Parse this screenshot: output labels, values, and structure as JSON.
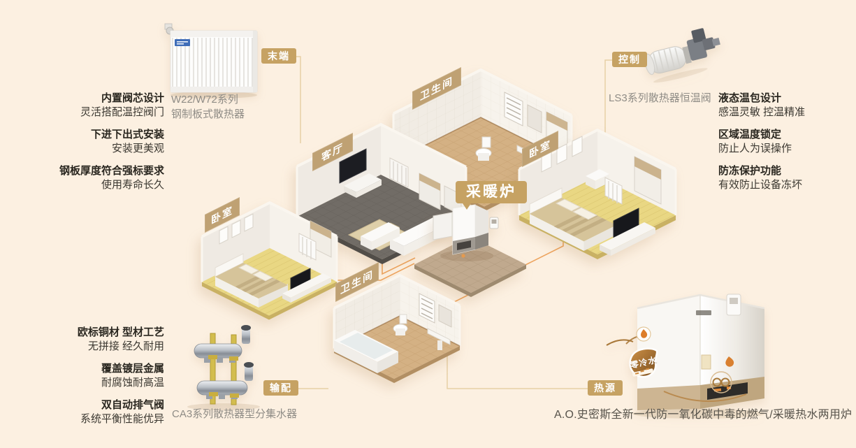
{
  "colors": {
    "background": "#fcf0e1",
    "tag_bg": "#c6a263",
    "room_label_bg": "#bfa173",
    "line_orange": "#eda45f",
    "line_pale": "#e6cfa6"
  },
  "tags": {
    "terminal": "末端",
    "control": "控制",
    "distribution": "输配",
    "heat_source": "热源"
  },
  "boiler_callout": "采暖炉",
  "rooms": {
    "bath_top": "卫生间",
    "living": "客厅",
    "bed_right": "卧室",
    "bed_left": "卧室",
    "bath_bottom": "卫生间"
  },
  "products": {
    "radiator_caption_1": "W22/W72系列",
    "radiator_caption_2": "钢制板式散热器",
    "valve_caption": "LS3系列散热器恒温阀",
    "manifold_caption": "CA3系列散热器型分集水器",
    "boiler_caption": "A.O.史密斯全新一代防一氧化碳中毒的燃气/采暖热水两用炉",
    "boiler_badge": "零冷水"
  },
  "features": {
    "terminal": [
      {
        "title": "内置阀芯设计",
        "desc": "灵活搭配温控阀门"
      },
      {
        "title": "下进下出式安装",
        "desc": "安装更美观"
      },
      {
        "title": "钢板厚度符合强标要求",
        "desc": "使用寿命长久"
      }
    ],
    "control": [
      {
        "title": "液态温包设计",
        "desc": "感温灵敏 控温精准"
      },
      {
        "title": "区域温度锁定",
        "desc": "防止人为误操作"
      },
      {
        "title": "防冻保护功能",
        "desc": "有效防止设备冻坏"
      }
    ],
    "distribution": [
      {
        "title": "欧标铜材 型材工艺",
        "desc": "无拼接 经久耐用"
      },
      {
        "title": "覆盖镀层金属",
        "desc": "耐腐蚀耐高温"
      },
      {
        "title": "双自动排气阀",
        "desc": "系统平衡性能优异"
      }
    ]
  }
}
